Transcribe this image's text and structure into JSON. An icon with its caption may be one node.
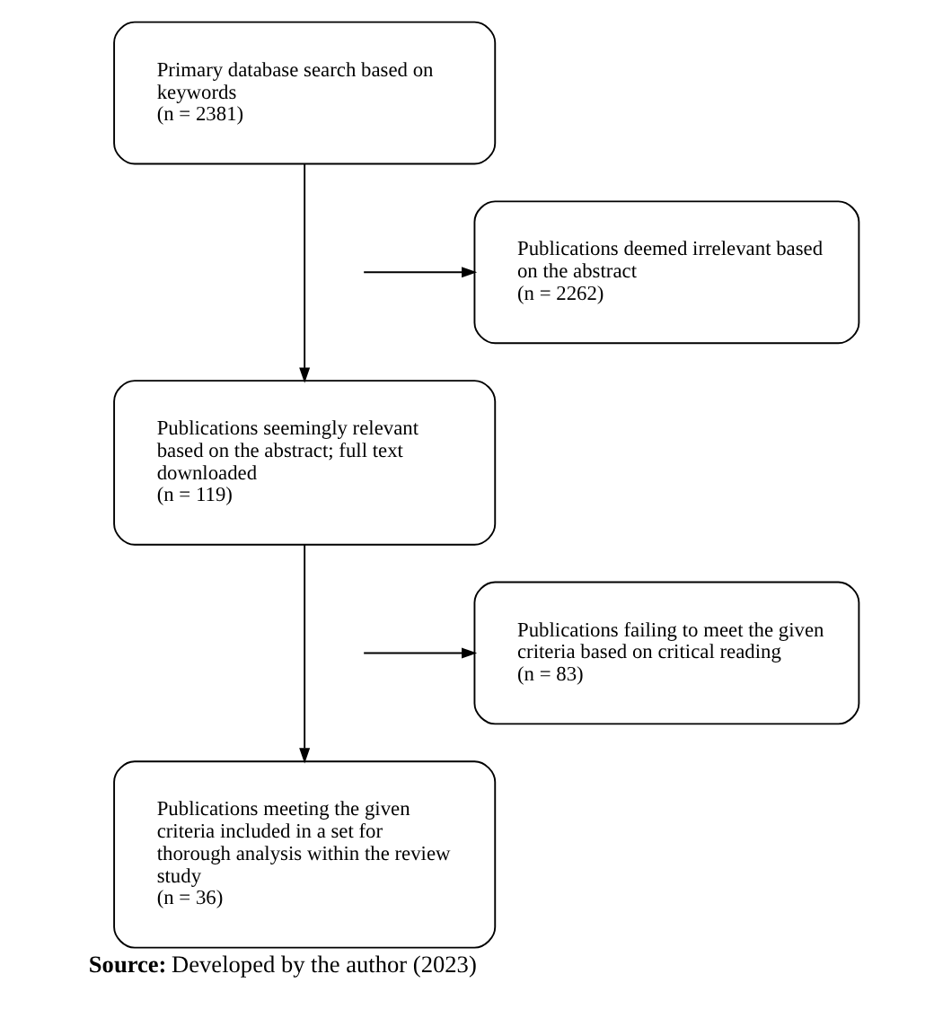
{
  "diagram": {
    "caption": "**Source:** Developed by the author (2023)",
    "nodes": [
      {
        "text": [
          "Primary database search based on keywords",
          "(n = 2381)"
        ]
      },
      {
        "text": [
          "Publications deemed irrelevant based on the abstract",
          "(n = 2262)"
        ]
      },
      {
        "text": [
          "Publications seemingly relevant based on the abstract; full text downloaded",
          "(n = 119)"
        ]
      },
      {
        "text": [
          "Publications failing to meet the given criteria based on critical reading",
          "(n = 83)"
        ]
      },
      {
        "text": [
          "Publications meeting the given criteria included in a set for thorough analysis within the review study",
          "(n = 36)"
        ]
      }
    ],
    "edges": [
      {
        "from": 0,
        "to": 2,
        "arrow": "to"
      },
      {
        "from": null,
        "to": 1,
        "arrow": "to"
      },
      {
        "from": 2,
        "to": 4,
        "arrow": "to"
      },
      {
        "from": null,
        "to": 3,
        "arrow": "to"
      }
    ]
  }
}
